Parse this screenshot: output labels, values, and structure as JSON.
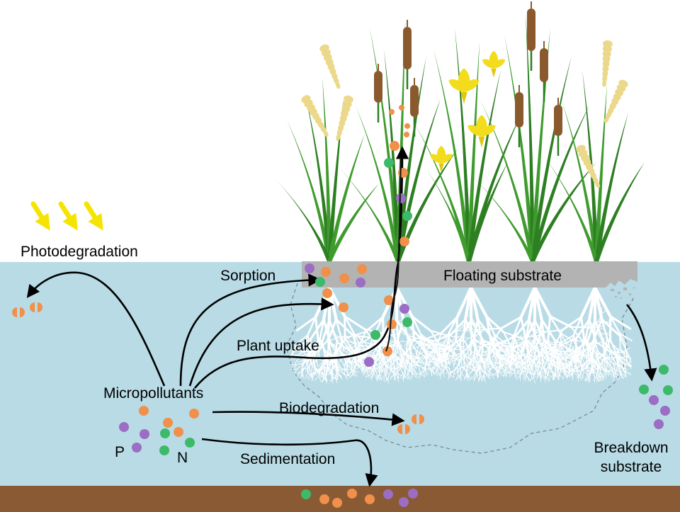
{
  "labels": {
    "photodegradation": "Photodegradation",
    "sorption": "Sorption",
    "floating_substrate": "Floating  substrate",
    "plant_uptake": "Plant uptake",
    "micropollutants": "Micropollutants",
    "biodegradation": "Biodegradation",
    "sedimentation": "Sedimentation",
    "p": "P",
    "n": "N",
    "breakdown_line1": "Breakdown",
    "breakdown_line2": "substrate"
  },
  "colors": {
    "water": "#b8dbe6",
    "sediment": "#8a5a34",
    "substrate": "#b3b3b3",
    "leaf": "#3f9b2e",
    "leaf_dark": "#2d7f22",
    "cattail": "#8a5a2e",
    "plume": "#ecd88a",
    "iris_flower": "#f2dc1c",
    "sun_arrow": "#f5e400",
    "orange_particle": "#f0904a",
    "green_particle": "#3cba6a",
    "purple_particle": "#9b6dc4",
    "roots": "#ffffff"
  },
  "icons": [
    "sun-ray-arrow-icon",
    "particle-dot-icon",
    "process-arrow-icon"
  ]
}
